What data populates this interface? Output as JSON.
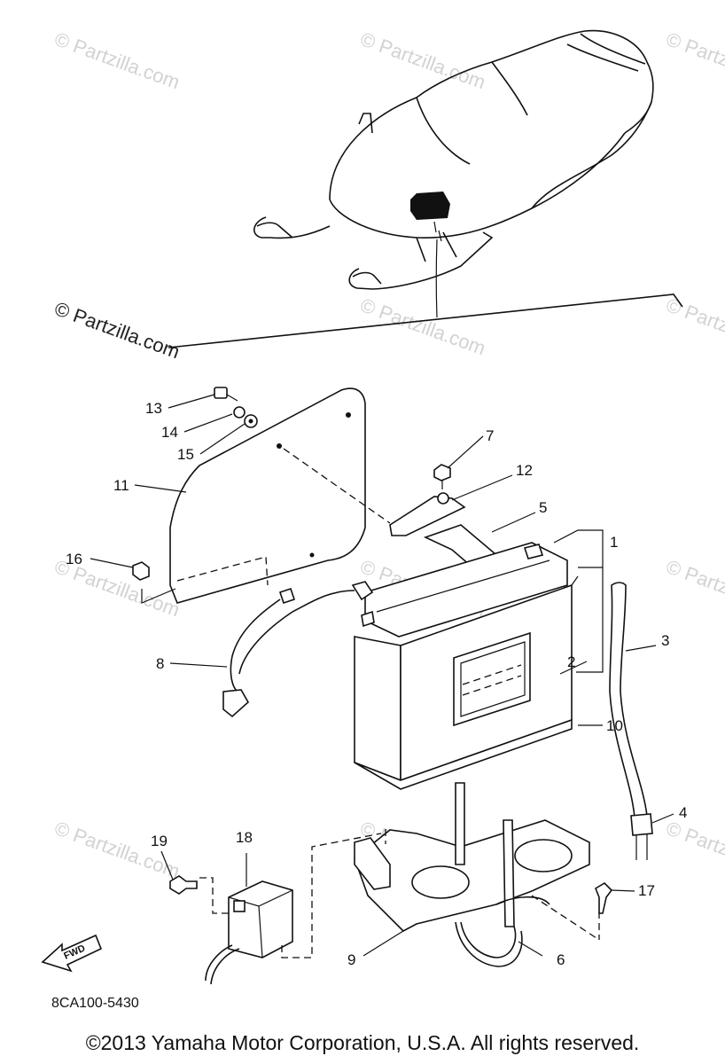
{
  "watermarks": {
    "text": "© Partzilla.com",
    "prominent": "© Partzilla.com"
  },
  "callouts": [
    "1",
    "2",
    "3",
    "4",
    "5",
    "6",
    "7",
    "8",
    "9",
    "10",
    "11",
    "12",
    "13",
    "14",
    "15",
    "16",
    "17",
    "18",
    "19"
  ],
  "fwd_label": "FWD",
  "diagram_code": "8CA100-5430",
  "copyright": "©2013 Yamaha Motor Corporation, U.S.A. All rights reserved."
}
